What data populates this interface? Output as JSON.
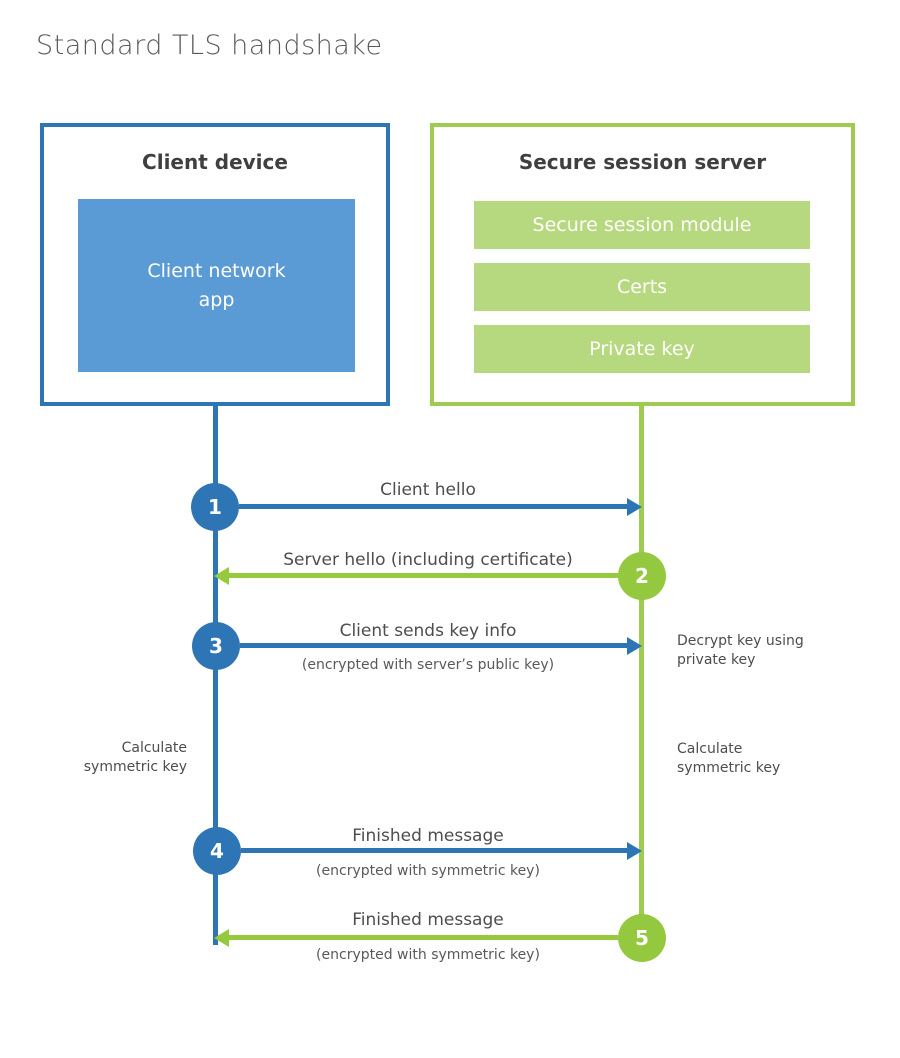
{
  "title": "Standard TLS handshake",
  "colors": {
    "blue": "#2e75b6",
    "blue_fill": "#5b9bd5",
    "green": "#97c93e",
    "green_border": "#9fcb52",
    "green_fill": "#b6d87e",
    "text_dark": "#3f3f3f",
    "text_gray": "#595959"
  },
  "client": {
    "heading": "Client device",
    "app_label": "Client network\napp"
  },
  "server": {
    "heading": "Secure session server",
    "modules": [
      "Secure session module",
      "Certs",
      "Private key"
    ]
  },
  "steps": [
    {
      "number": "1",
      "label": "Client hello",
      "sublabel": "",
      "direction": "client-to-server"
    },
    {
      "number": "2",
      "label": "Server hello (including certificate)",
      "sublabel": "",
      "direction": "server-to-client"
    },
    {
      "number": "3",
      "label": "Client sends key info",
      "sublabel": "(encrypted with server’s public key)",
      "direction": "client-to-server"
    },
    {
      "number": "4",
      "label": "Finished message",
      "sublabel": "(encrypted with symmetric key)",
      "direction": "client-to-server"
    },
    {
      "number": "5",
      "label": "Finished message",
      "sublabel": "(encrypted with symmetric key)",
      "direction": "server-to-client"
    }
  ],
  "side_notes": {
    "left_calculate": "Calculate\nsymmetric key",
    "right_decrypt": "Decrypt key using\nprivate key",
    "right_calculate": "Calculate\nsymmetric key"
  }
}
